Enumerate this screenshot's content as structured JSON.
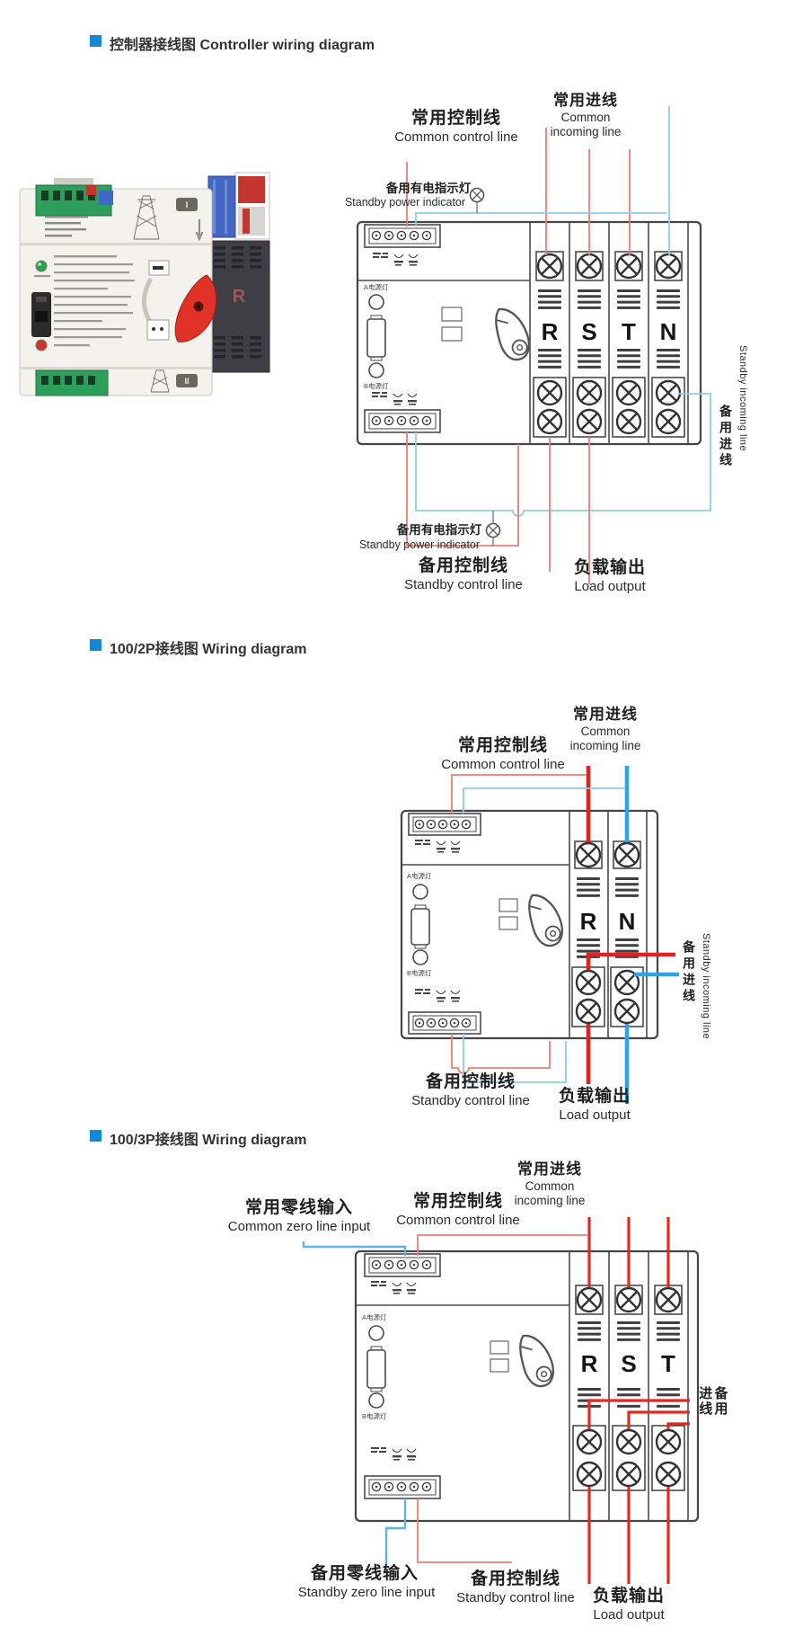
{
  "colors": {
    "accent": "#1687d2",
    "wire_red_thin": "#ef7d73",
    "wire_red_thick": "#e02321",
    "wire_blue_thin": "#8fcbe9",
    "wire_blue_thick": "#2ba3e6",
    "diagram_line": "#4a4a4a"
  },
  "headings": {
    "controller": "控制器接线图 Controller wiring diagram",
    "p2": "100/2P接线图 Wiring diagram",
    "p3": "100/3P接线图 Wiring diagram"
  },
  "labels": {
    "common_control_zh": "常用控制线",
    "common_control_en": "Common control line",
    "common_incoming_zh": "常用进线",
    "common_incoming_en1": "Common",
    "common_incoming_en2": "incoming line",
    "standby_power_zh": "备用有电指示灯",
    "standby_power_en": "Standby power indicator",
    "standby_incoming_zh": "备用进线",
    "standby_incoming_en": "Standby incoming line",
    "standby_control_zh": "备用控制线",
    "standby_control_en": "Standby control line",
    "load_output_zh": "负载输出",
    "load_output_en": "Load output",
    "common_zero_zh": "常用零线输入",
    "common_zero_en": "Common zero line input",
    "standby_zero_zh": "备用零线输入",
    "standby_zero_en": "Standby zero line input",
    "lamp_a": "A电源灯",
    "lamp_b": "B电源灯"
  },
  "poles": {
    "p4": [
      "R",
      "S",
      "T",
      "N"
    ],
    "p2": [
      "R",
      "N"
    ],
    "p3": [
      "R",
      "S",
      "T"
    ]
  },
  "photo": {
    "badge_top": "I",
    "badge_bottom": "II",
    "phase_letter": "R"
  }
}
